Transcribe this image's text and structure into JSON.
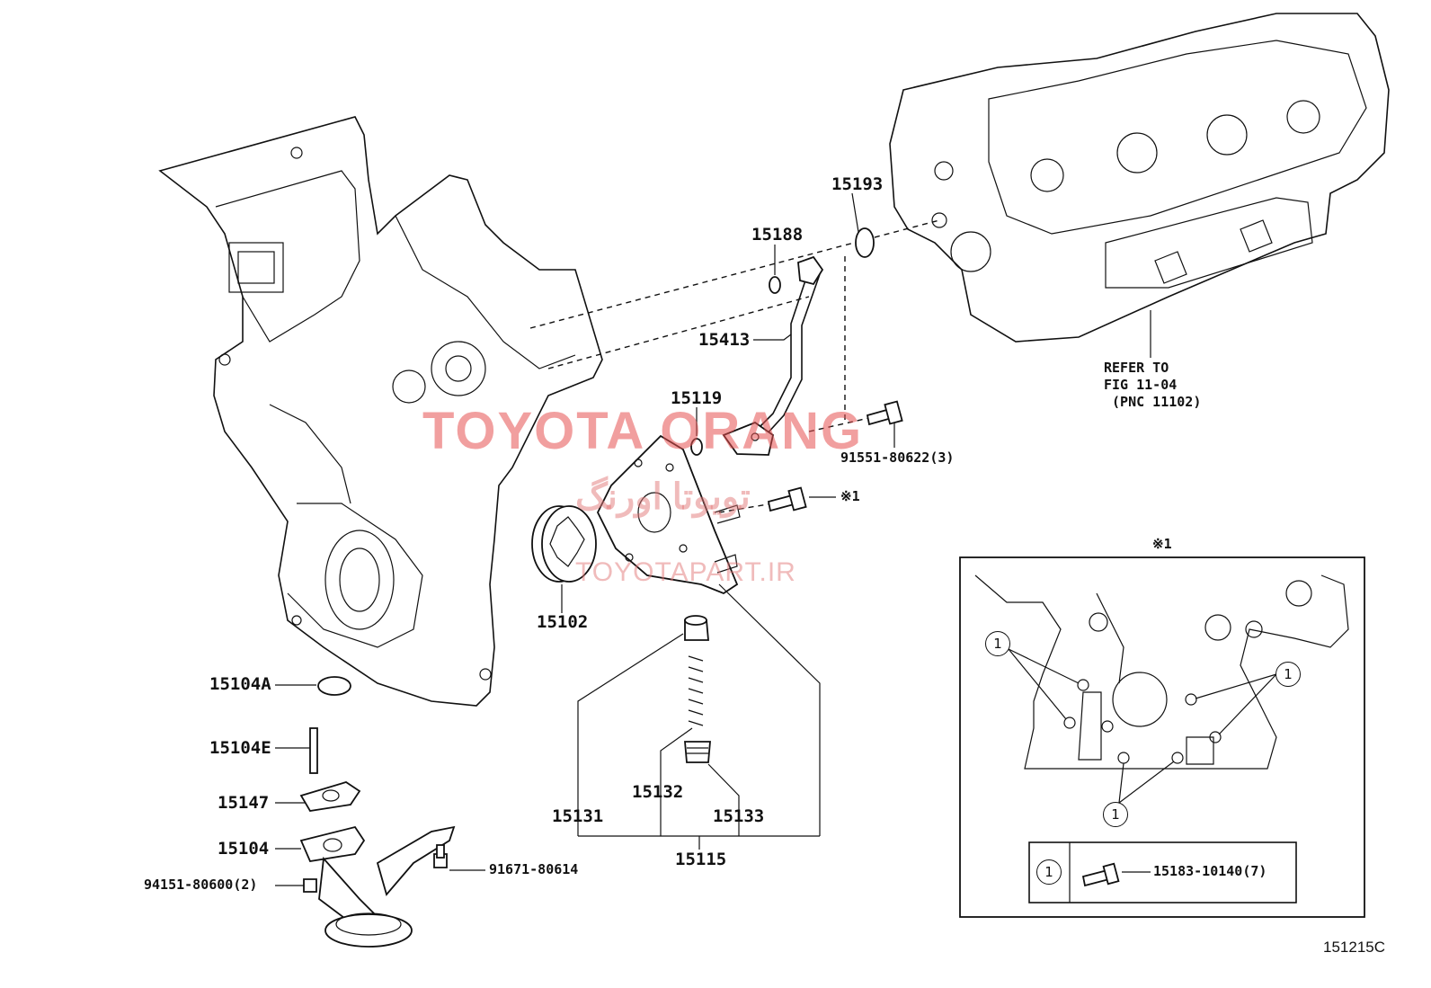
{
  "watermark": {
    "brand": "TOYOTA ORANG",
    "persian": "تویوتا اورنگ",
    "url": "TOYOTAPART.IR"
  },
  "labels": {
    "p15193": "15193",
    "p15188": "15188",
    "p15413": "15413",
    "p15119": "15119",
    "p91551": "91551-80622(3)",
    "note1_ref": "※1",
    "p15102": "15102",
    "p15104A": "15104A",
    "p15104E": "15104E",
    "p15147": "15147",
    "p15104": "15104",
    "p94151": "94151-80600(2)",
    "p91671": "91671-80614",
    "p15131": "15131",
    "p15132": "15132",
    "p15133": "15133",
    "p15115": "15115",
    "refer": "REFER TO\nFIG 11-04\n (PNC 11102)",
    "inset_title": "※1",
    "legend_symbol": "1",
    "legend_part": "15183-10140(7)",
    "callout_1": "1",
    "figure_code": "151215C"
  }
}
